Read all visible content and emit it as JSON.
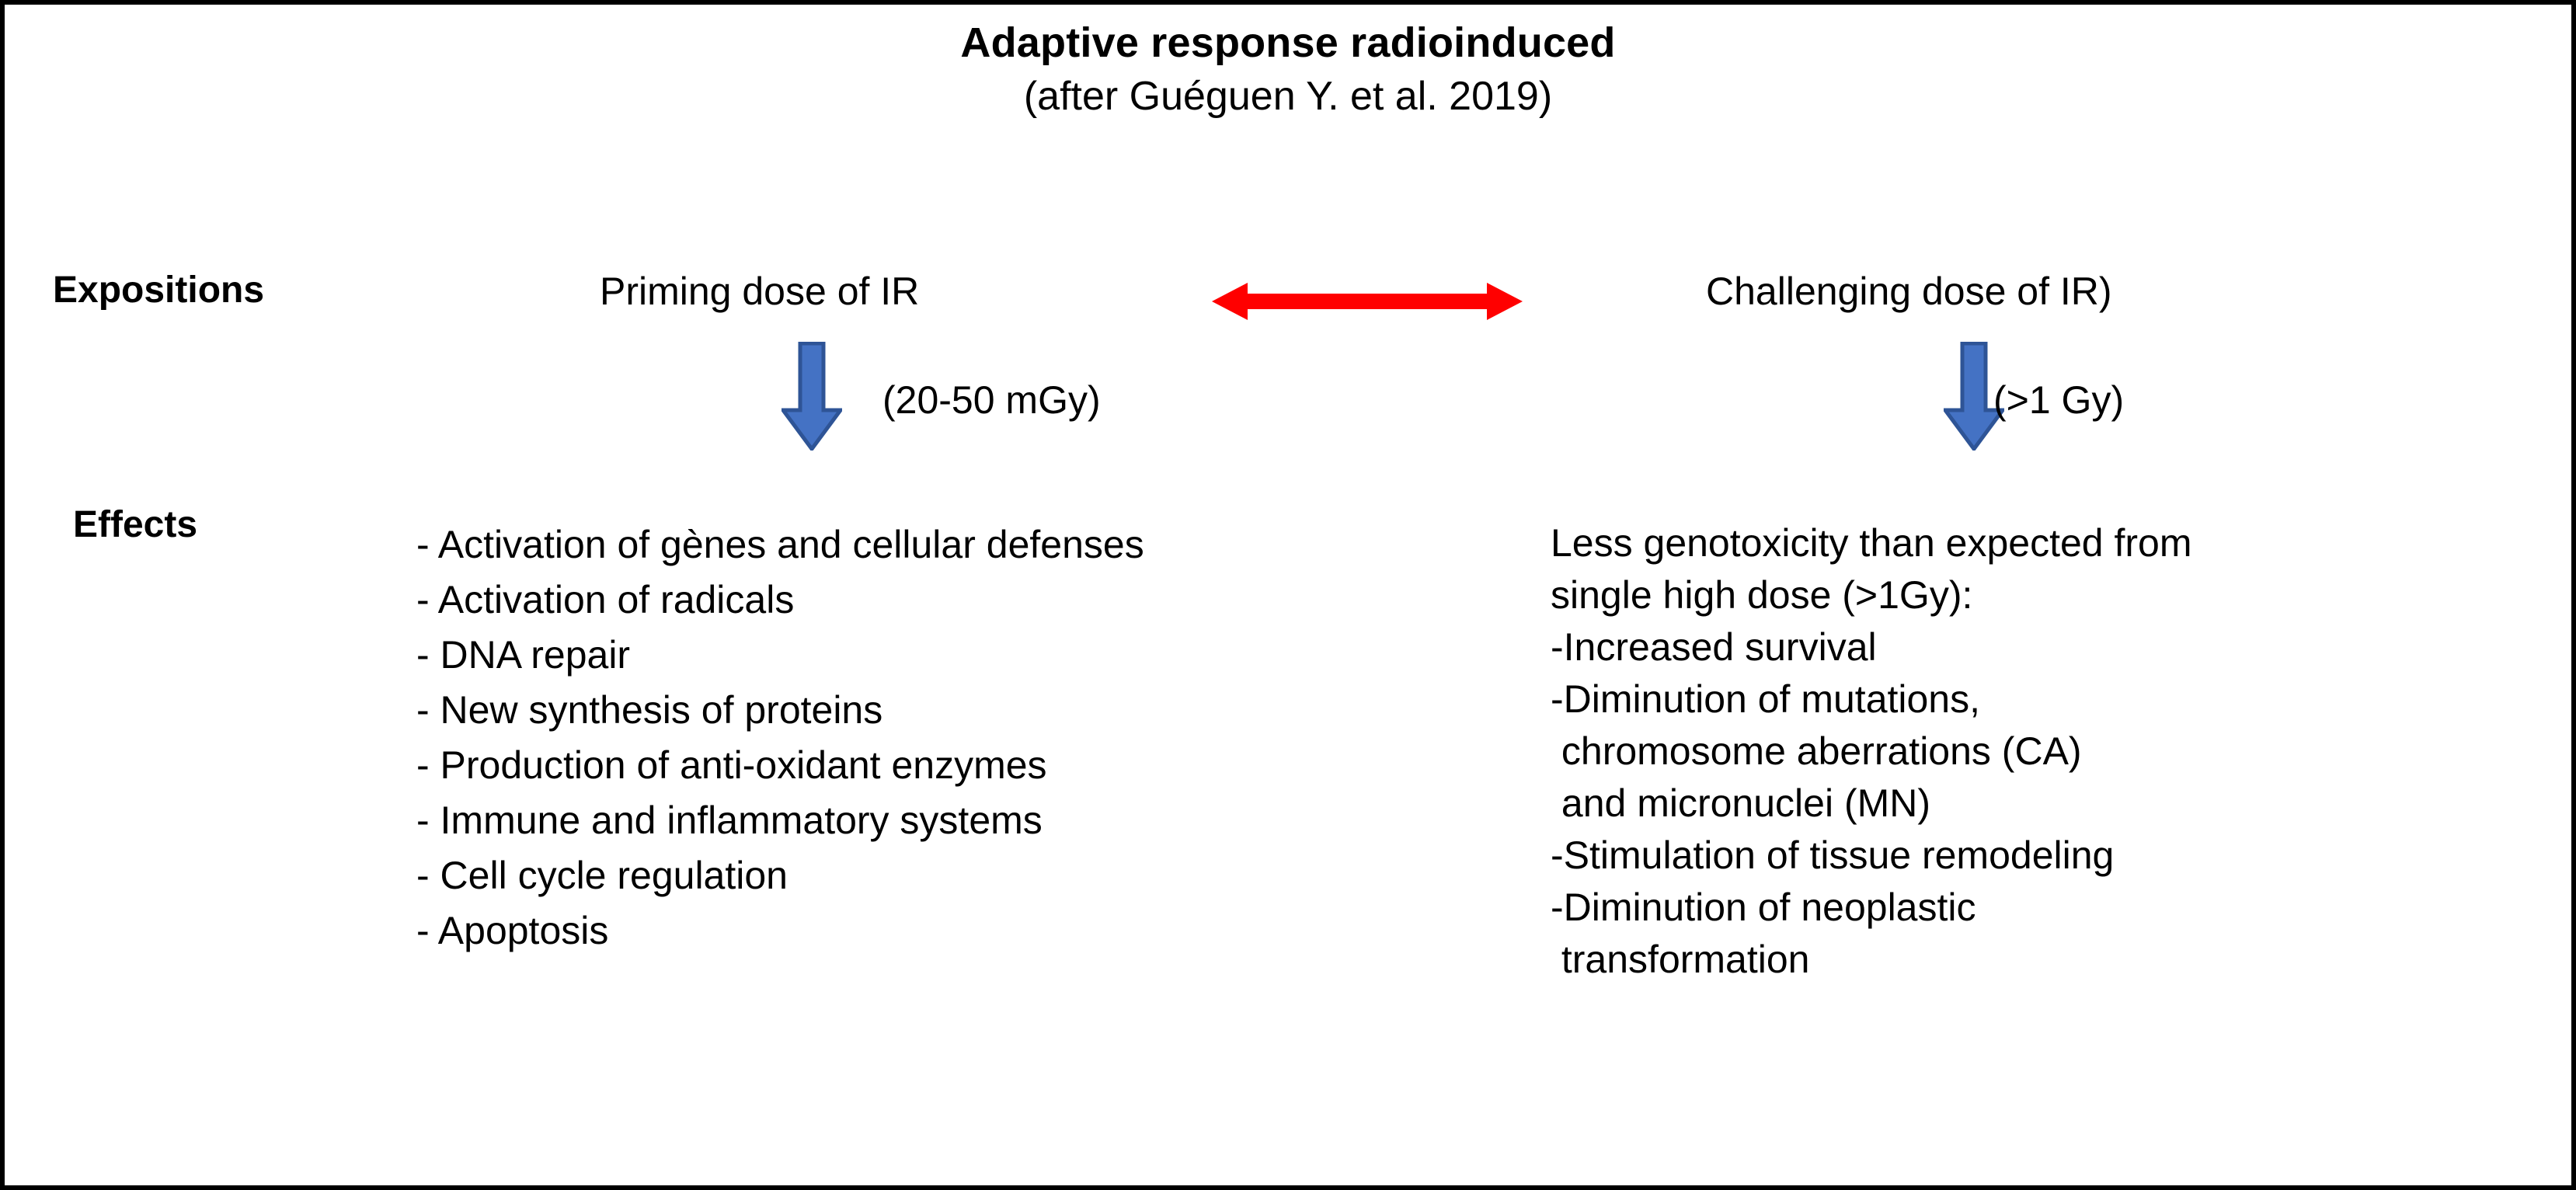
{
  "figure": {
    "title": "Adaptive response radioinduced",
    "subtitle": "(after Guéguen Y. et al. 2019)",
    "border_color": "#000000",
    "background_color": "#ffffff"
  },
  "row_labels": {
    "expositions": "Expositions",
    "effects": "Effects"
  },
  "columns": {
    "left": {
      "exposure_heading": "Priming dose of IR",
      "dose": "(20-50 mGy)",
      "arrow_icon": "down-arrow-icon",
      "arrow_color": "#4472C4",
      "arrow_border_color": "#2E5496",
      "effects": [
        "- Activation of gènes and cellular defenses",
        "- Activation of radicals",
        "- DNA repair",
        "- New synthesis of proteins",
        "- Production of anti-oxidant enzymes",
        "- Immune and inflammatory systems",
        "- Cell cycle regulation",
        "- Apoptosis"
      ]
    },
    "right": {
      "exposure_heading": "Challenging dose of IR)",
      "dose": "(>1 Gy)",
      "arrow_icon": "down-arrow-icon",
      "arrow_color": "#4472C4",
      "arrow_border_color": "#2E5496",
      "effects": [
        "Less genotoxicity than expected from",
        "single high dose (>1Gy):",
        "-Increased survival",
        "-Diminution of mutations,",
        " chromosome aberrations (CA)",
        " and micronuclei (MN)",
        "-Stimulation of tissue remodeling",
        "-Diminution of neoplastic",
        " transformation"
      ]
    }
  },
  "connector": {
    "icon": "double-headed-horizontal-arrow-icon",
    "color": "#FF0000"
  }
}
